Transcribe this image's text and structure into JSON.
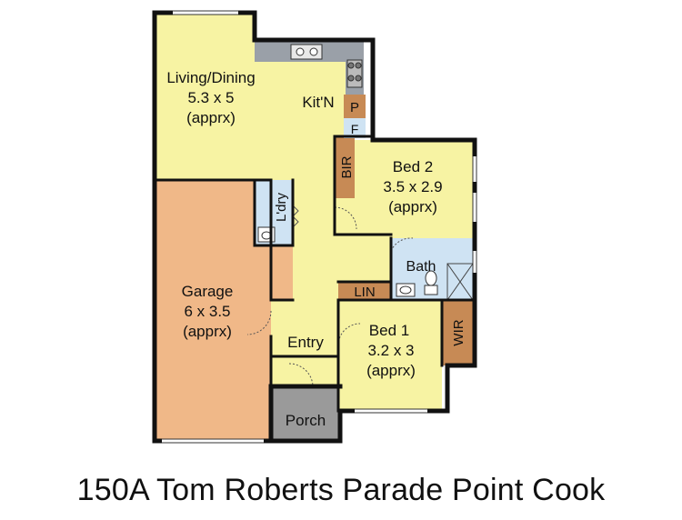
{
  "colors": {
    "living": "#f7f3a3",
    "garage": "#f0b888",
    "wet": "#cfe3f3",
    "storage": "#c78a55",
    "bench": "#9aa0a8",
    "porch": "#9a9a9a",
    "wall": "#111111"
  },
  "rooms": {
    "living": {
      "name": "Living/Dining",
      "size": "5.3 x 5",
      "note": "(apprx)"
    },
    "kitchen": {
      "name": "Kit'N"
    },
    "pantry": {
      "name": "P"
    },
    "fridge": {
      "name": "F"
    },
    "bed2": {
      "name": "Bed 2",
      "size": "3.5 x 2.9",
      "note": "(apprx)"
    },
    "bir": {
      "name": "BIR"
    },
    "laundry": {
      "name": "L'dry"
    },
    "garage": {
      "name": "Garage",
      "size": "6 x 3.5",
      "note": "(apprx)"
    },
    "bath": {
      "name": "Bath"
    },
    "lin": {
      "name": "LIN"
    },
    "bed1": {
      "name": "Bed 1",
      "size": "3.2 x 3",
      "note": "(apprx)"
    },
    "wir": {
      "name": "WIR"
    },
    "entry": {
      "name": "Entry"
    },
    "porch": {
      "name": "Porch"
    }
  },
  "address": "150A Tom Roberts Parade Point Cook"
}
